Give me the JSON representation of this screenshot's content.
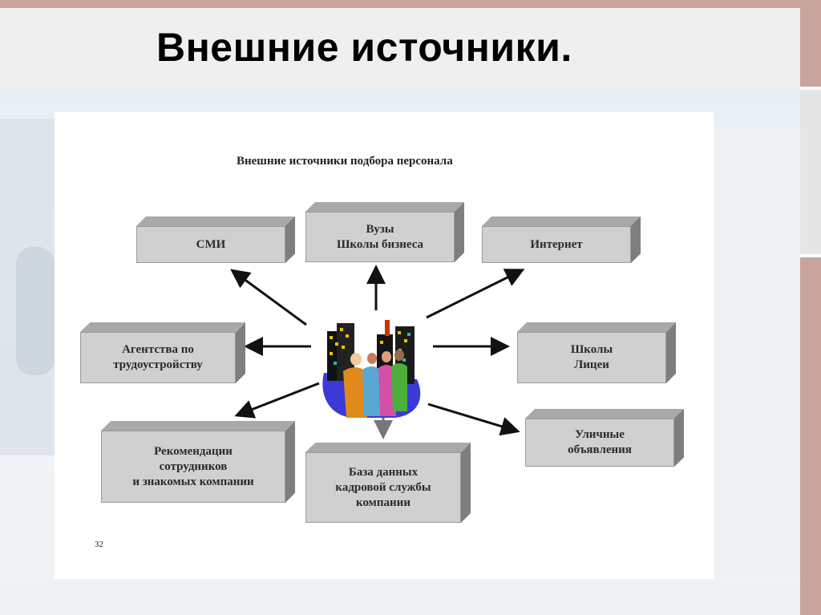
{
  "slide": {
    "title": "Внешние источники."
  },
  "diagram": {
    "title": "Внешние источники подбора персонала",
    "page_number": "32",
    "nodes": [
      {
        "id": "smi",
        "label": "СМИ"
      },
      {
        "id": "vuzy",
        "label": "Вузы\nШколы бизнеса"
      },
      {
        "id": "internet",
        "label": "Интернет"
      },
      {
        "id": "agency",
        "label": "Агентства по\nтрудоустройству"
      },
      {
        "id": "schools",
        "label": "Школы\nЛицеи"
      },
      {
        "id": "recommend",
        "label": "Рекомендации\nсотрудников\nи знакомых компании"
      },
      {
        "id": "street",
        "label": "Уличные\nобъявления"
      },
      {
        "id": "database",
        "label": "База данных\nкадровой службы\nкомпании"
      }
    ],
    "center_icon": "people-city-clipart-icon"
  }
}
